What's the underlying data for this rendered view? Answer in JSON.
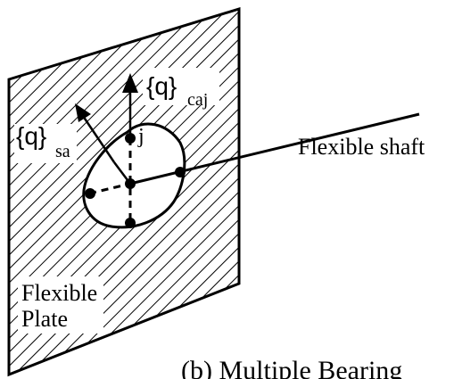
{
  "labels": {
    "q_caj_main": "{q}",
    "q_caj_sub": "caj",
    "q_sa_main": "{q}",
    "q_sa_sub": "sa",
    "node_j": "j",
    "flexible_shaft": "Flexible shaft",
    "plate_line1": "Flexible",
    "plate_line2": "Plate",
    "caption": "(b)  Multiple Bearing"
  },
  "colors": {
    "ink": "#000000",
    "paper": "#ffffff"
  }
}
